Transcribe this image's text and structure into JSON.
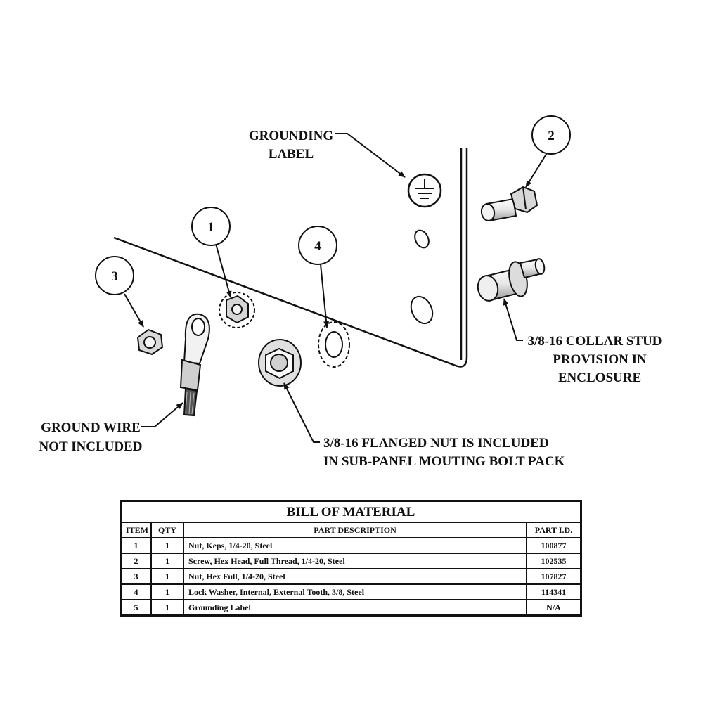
{
  "callouts": {
    "grounding_label_1": "GROUNDING",
    "grounding_label_2": "LABEL",
    "collar_stud_1": "3/8-16 COLLAR STUD",
    "collar_stud_2": "PROVISION IN",
    "collar_stud_3": "ENCLOSURE",
    "ground_wire_1": "GROUND WIRE",
    "ground_wire_2": "NOT INCLUDED",
    "flanged_nut_1": "3/8-16 FLANGED NUT IS INCLUDED",
    "flanged_nut_2": "IN SUB-PANEL MOUTING BOLT PACK"
  },
  "balloons": [
    "1",
    "2",
    "3",
    "4"
  ],
  "bom": {
    "title": "BILL OF MATERIAL",
    "headers": [
      "ITEM",
      "QTY",
      "PART DESCRIPTION",
      "PART I.D."
    ],
    "rows": [
      {
        "item": "1",
        "qty": "1",
        "description": "Nut, Keps, 1/4-20, Steel",
        "part_id": "100877"
      },
      {
        "item": "2",
        "qty": "1",
        "description": "Screw, Hex Head, Full Thread, 1/4-20, Steel",
        "part_id": "102535"
      },
      {
        "item": "3",
        "qty": "1",
        "description": "Nut, Hex Full, 1/4-20, Steel",
        "part_id": "107827"
      },
      {
        "item": "4",
        "qty": "1",
        "description": "Lock Washer, Internal, External Tooth, 3/8, Steel",
        "part_id": "114341"
      },
      {
        "item": "5",
        "qty": "1",
        "description": "Grounding Label",
        "part_id": "N/A"
      }
    ]
  }
}
